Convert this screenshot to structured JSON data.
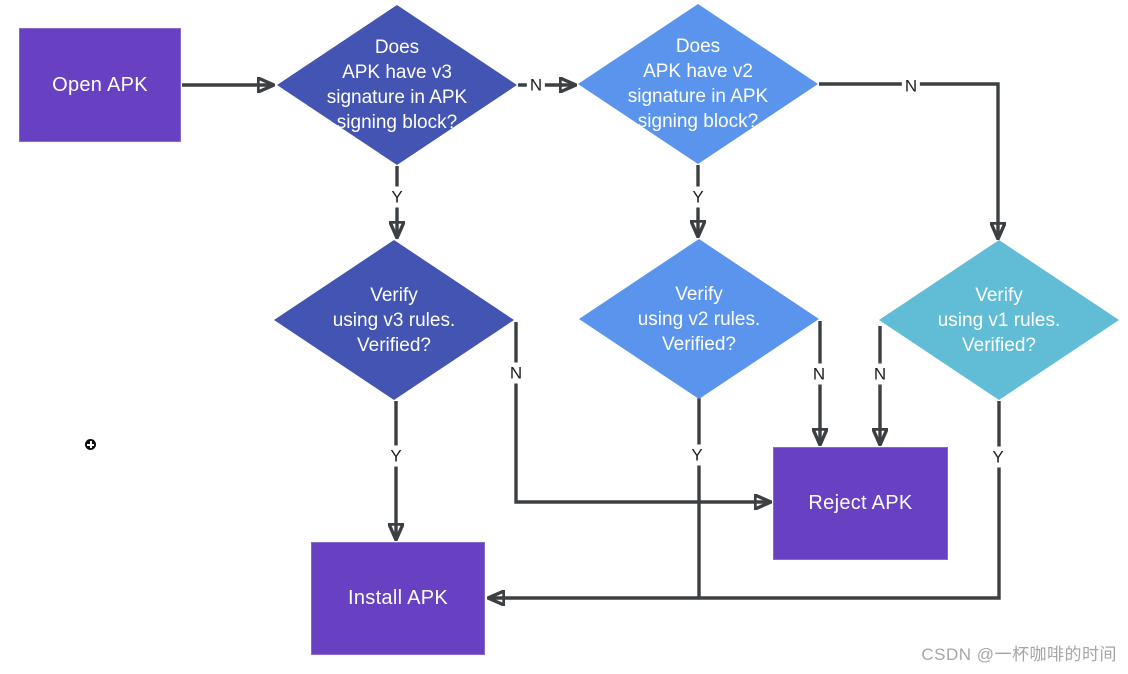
{
  "colors": {
    "purple": "#6741c2",
    "indigo": "#4454b3",
    "blue": "#5a94ec",
    "teal": "#61bcd6",
    "line": "#3c4043",
    "label": "#1c1e21",
    "watermark": "#a6a6a6"
  },
  "nodes": {
    "open_apk": {
      "type": "process",
      "label": "Open APK"
    },
    "v3_check": {
      "type": "decision",
      "label": "Does\nAPK have v3\nsignature in APK\nsigning block?"
    },
    "v2_check": {
      "type": "decision",
      "label": "Does\nAPK have v2\nsignature in APK\nsigning block?"
    },
    "v3_verify": {
      "type": "decision",
      "label": "Verify\nusing v3 rules.\nVerified?"
    },
    "v2_verify": {
      "type": "decision",
      "label": "Verify\nusing v2 rules.\nVerified?"
    },
    "v1_verify": {
      "type": "decision",
      "label": "Verify\nusing v1 rules.\nVerified?"
    },
    "install_apk": {
      "type": "process",
      "label": "Install APK"
    },
    "reject_apk": {
      "type": "process",
      "label": "Reject APK"
    }
  },
  "edges": {
    "open_to_v3check": {
      "from": "open_apk",
      "to": "v3_check",
      "label": ""
    },
    "v3check_to_v2check": {
      "from": "v3_check",
      "to": "v2_check",
      "label": "N"
    },
    "v3check_to_v3verify": {
      "from": "v3_check",
      "to": "v3_verify",
      "label": "Y"
    },
    "v2check_to_v1verify": {
      "from": "v2_check",
      "to": "v1_verify",
      "label": "N"
    },
    "v2check_to_v2verify": {
      "from": "v2_check",
      "to": "v2_verify",
      "label": "Y"
    },
    "v3verify_to_install": {
      "from": "v3_verify",
      "to": "install_apk",
      "label": "Y"
    },
    "v3verify_to_reject": {
      "from": "v3_verify",
      "to": "reject_apk",
      "label": "N"
    },
    "v2verify_to_reject": {
      "from": "v2_verify",
      "to": "reject_apk",
      "label": "N"
    },
    "v1verify_to_reject": {
      "from": "v1_verify",
      "to": "reject_apk",
      "label": "N"
    },
    "v2verify_to_install": {
      "from": "v2_verify",
      "to": "install_apk",
      "label": "Y"
    },
    "v1verify_to_install": {
      "from": "v1_verify",
      "to": "install_apk",
      "label": "Y"
    }
  },
  "watermark": {
    "text": "CSDN @一杯咖啡的时间"
  }
}
